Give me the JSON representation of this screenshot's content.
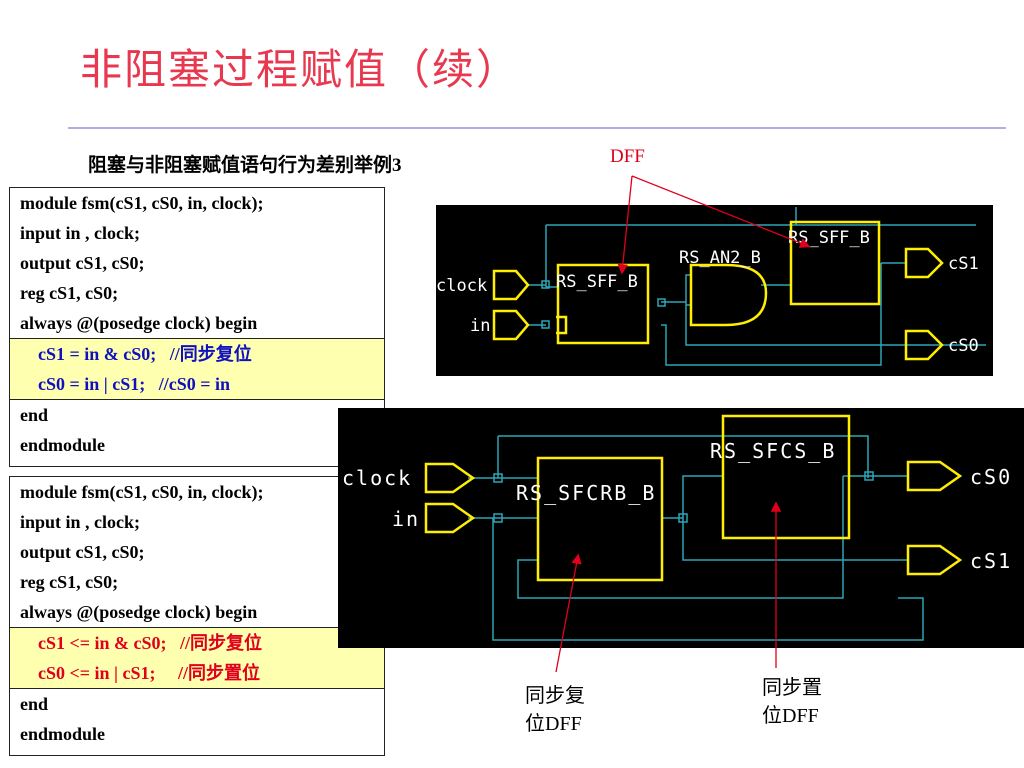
{
  "title": "非阻塞过程赋值（续）",
  "subtitle": "阻塞与非阻塞赋值语句行为差别举例3",
  "dff_label": "DFF",
  "code1": {
    "lines": [
      "module fsm(cS1, cS0, in, clock);",
      "input in , clock;",
      "output cS1, cS0;",
      "reg cS1, cS0;",
      "always @(posedge clock) begin"
    ],
    "hl": [
      "cS1 = in & cS0;   //同步复位",
      "cS0 = in | cS1;   //cS0 = in"
    ],
    "tail": [
      "end",
      "endmodule"
    ]
  },
  "code2": {
    "lines": [
      "module fsm(cS1, cS0, in, clock);",
      "input in , clock;",
      "output cS1, cS0;",
      "reg cS1, cS0;",
      "always @(posedge clock) begin"
    ],
    "hl": [
      "cS1 <= in & cS0;   //同步复位",
      "cS0 <= in | cS1;     //同步置位"
    ],
    "tail": [
      "end",
      "endmodule"
    ]
  },
  "schem1": {
    "clock": "clock",
    "in": "in",
    "ff1": "RS_SFF_B",
    "and": "RS_AN2_B",
    "ff2": "RS_SFF_B",
    "out1": "cS1",
    "out2": "cS0"
  },
  "schem2": {
    "clock": "clock",
    "in": "in",
    "ff1": "RS_SFCRB_B",
    "ff2": "RS_SFCS_B",
    "out1": "cS0",
    "out2": "cS1"
  },
  "caption_left": [
    "同步复",
    "位DFF"
  ],
  "caption_right": [
    "同步置",
    "位DFF"
  ]
}
